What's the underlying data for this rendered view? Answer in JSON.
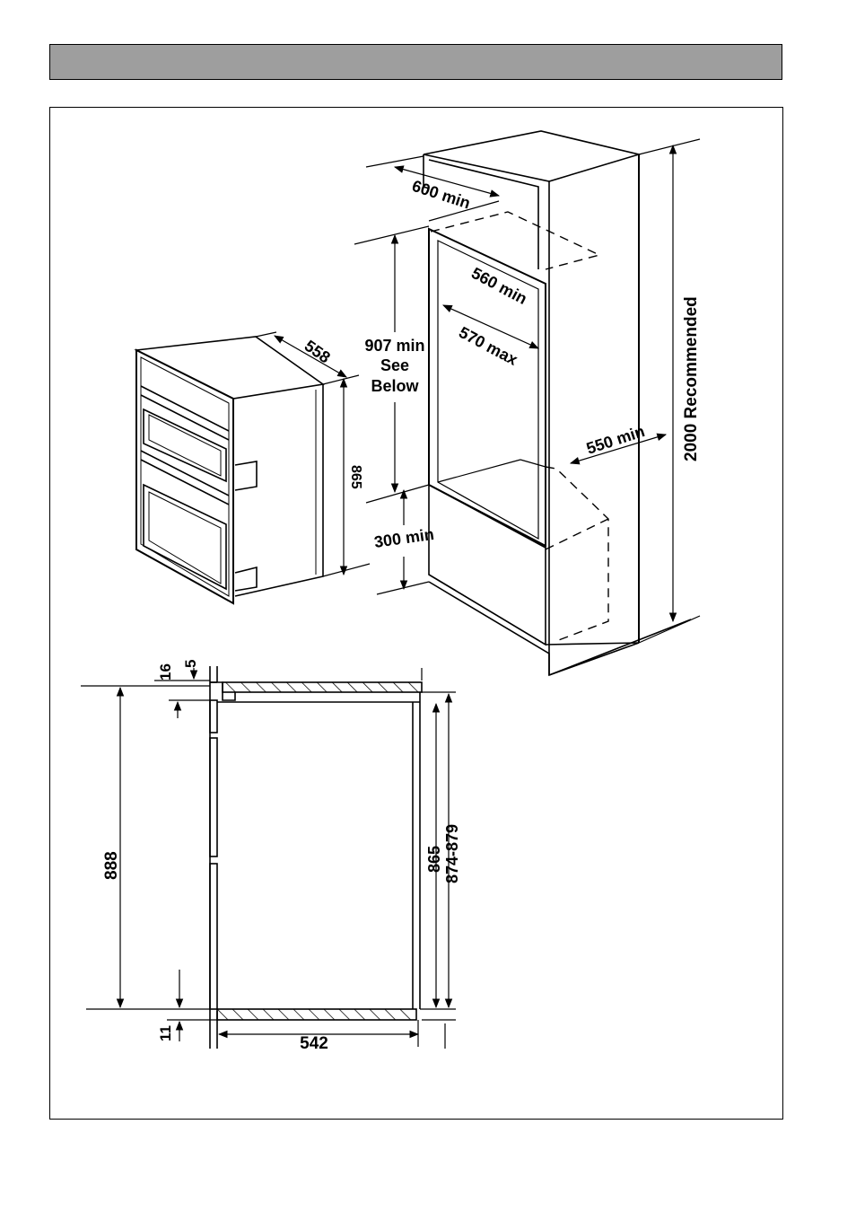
{
  "header": {
    "title": ""
  },
  "diagram": {
    "top": {
      "width_600": "600 min",
      "depth_560": "560 min",
      "width_570": "570 max",
      "depth_550": "550 min",
      "height_2000": "2000 Recommended",
      "opening_907": "907 min",
      "opening_see": "See",
      "opening_below": "Below",
      "plinth_300": "300 min",
      "oven_depth_558": "558",
      "oven_height_865": "865"
    },
    "bottom": {
      "dim_16": "16",
      "dim_5": "5",
      "dim_888": "888",
      "dim_865": "865",
      "dim_874_879": "874-879",
      "dim_11": "11",
      "dim_542": "542"
    }
  }
}
